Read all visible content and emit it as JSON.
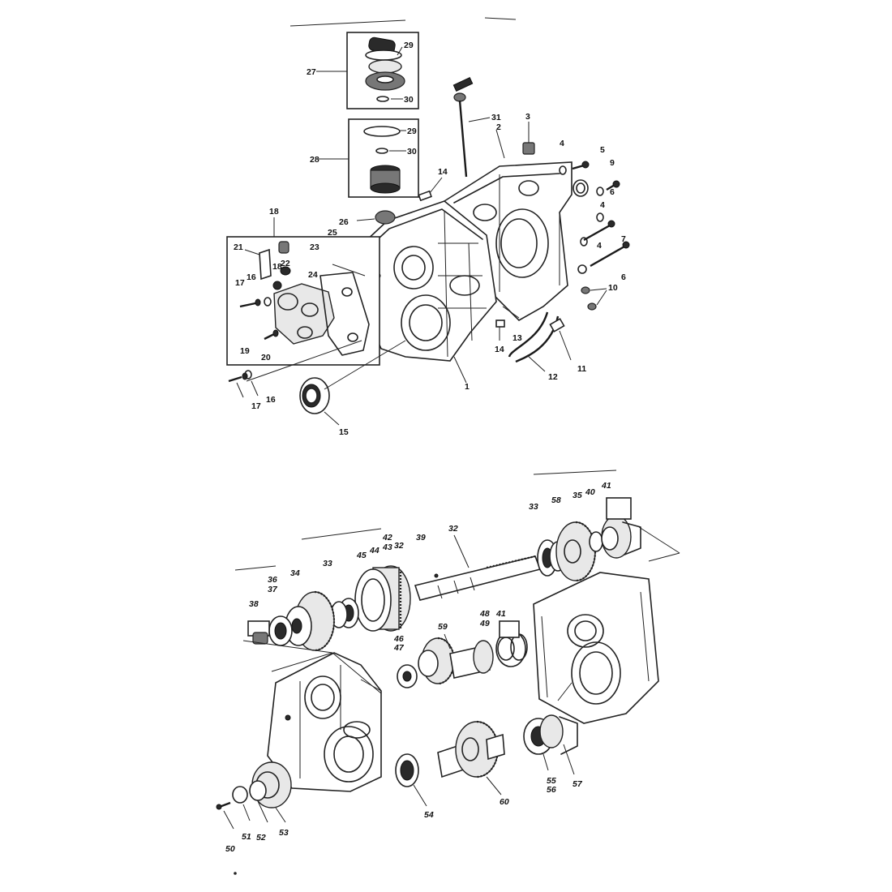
{
  "top_labels": [
    {
      "id": "n1",
      "text": "1"
    },
    {
      "id": "n2",
      "text": "2"
    },
    {
      "id": "n3",
      "text": "3"
    },
    {
      "id": "n4a",
      "text": "4"
    },
    {
      "id": "n4b",
      "text": "4"
    },
    {
      "id": "n4c",
      "text": "4"
    },
    {
      "id": "n5",
      "text": "5"
    },
    {
      "id": "n6a",
      "text": "6"
    },
    {
      "id": "n6b",
      "text": "6"
    },
    {
      "id": "n7",
      "text": "7"
    },
    {
      "id": "n9",
      "text": "9"
    },
    {
      "id": "n10",
      "text": "10"
    },
    {
      "id": "n11",
      "text": "11"
    },
    {
      "id": "n12",
      "text": "12"
    },
    {
      "id": "n13",
      "text": "13"
    },
    {
      "id": "n14a",
      "text": "14"
    },
    {
      "id": "n14b",
      "text": "14"
    },
    {
      "id": "n15",
      "text": "15"
    },
    {
      "id": "n16a",
      "text": "16"
    },
    {
      "id": "n16b",
      "text": "16"
    },
    {
      "id": "n17a",
      "text": "17"
    },
    {
      "id": "n17b",
      "text": "17"
    },
    {
      "id": "n18a",
      "text": "18"
    },
    {
      "id": "n18b",
      "text": "18"
    },
    {
      "id": "n19",
      "text": "19"
    },
    {
      "id": "n20",
      "text": "20"
    },
    {
      "id": "n21",
      "text": "21"
    },
    {
      "id": "n22",
      "text": "22"
    },
    {
      "id": "n23",
      "text": "23"
    },
    {
      "id": "n24",
      "text": "24"
    },
    {
      "id": "n25",
      "text": "25"
    },
    {
      "id": "n26",
      "text": "26"
    },
    {
      "id": "n27",
      "text": "27"
    },
    {
      "id": "n28",
      "text": "28"
    },
    {
      "id": "n29a",
      "text": "29"
    },
    {
      "id": "n29b",
      "text": "29"
    },
    {
      "id": "n30a",
      "text": "30"
    },
    {
      "id": "n30b",
      "text": "30"
    },
    {
      "id": "n31",
      "text": "31"
    }
  ],
  "bottom_labels": [
    {
      "id": "b32a",
      "text": "32"
    },
    {
      "id": "b32b",
      "text": "32"
    },
    {
      "id": "b33a",
      "text": "33"
    },
    {
      "id": "b33b",
      "text": "33"
    },
    {
      "id": "b34",
      "text": "34"
    },
    {
      "id": "b35",
      "text": "35"
    },
    {
      "id": "b36",
      "text": "36"
    },
    {
      "id": "b37",
      "text": "37"
    },
    {
      "id": "b38",
      "text": "38"
    },
    {
      "id": "b39",
      "text": "39"
    },
    {
      "id": "b40",
      "text": "40"
    },
    {
      "id": "b41a",
      "text": "41"
    },
    {
      "id": "b41b",
      "text": "41"
    },
    {
      "id": "b42",
      "text": "42"
    },
    {
      "id": "b43",
      "text": "43"
    },
    {
      "id": "b44",
      "text": "44"
    },
    {
      "id": "b45",
      "text": "45"
    },
    {
      "id": "b46",
      "text": "46"
    },
    {
      "id": "b47",
      "text": "47"
    },
    {
      "id": "b48",
      "text": "48"
    },
    {
      "id": "b49",
      "text": "49"
    },
    {
      "id": "b50",
      "text": "50"
    },
    {
      "id": "b51",
      "text": "51"
    },
    {
      "id": "b52",
      "text": "52"
    },
    {
      "id": "b53",
      "text": "53"
    },
    {
      "id": "b54",
      "text": "54"
    },
    {
      "id": "b55",
      "text": "55"
    },
    {
      "id": "b56",
      "text": "56"
    },
    {
      "id": "b57",
      "text": "57"
    },
    {
      "id": "b58",
      "text": "58"
    },
    {
      "id": "b59",
      "text": "59"
    },
    {
      "id": "b60",
      "text": "60"
    }
  ],
  "colors": {
    "ink": "#222222",
    "paper": "#ffffff"
  }
}
